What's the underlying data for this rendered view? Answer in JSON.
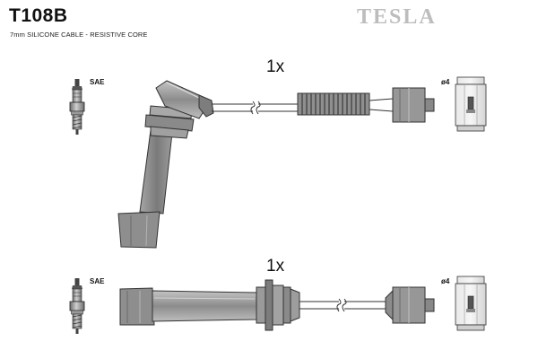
{
  "header": {
    "part_number": "T108B",
    "description": "7mm SILICONE CABLE - RESISTIVE CORE",
    "brand": "TESLA"
  },
  "wires": [
    {
      "quantity": "1x",
      "plug_standard": "SAE",
      "terminal_label": "ø4",
      "boot_style": "angled"
    },
    {
      "quantity": "1x",
      "plug_standard": "SAE",
      "terminal_label": "ø4",
      "boot_style": "straight"
    }
  ],
  "colors": {
    "line": "#333333",
    "fill": "#999999",
    "brand": "#bdbdbd"
  },
  "icons": [
    "spark-plug-icon",
    "angled-boot-icon",
    "straight-boot-icon",
    "coil-connector-icon",
    "terminal-icon"
  ]
}
